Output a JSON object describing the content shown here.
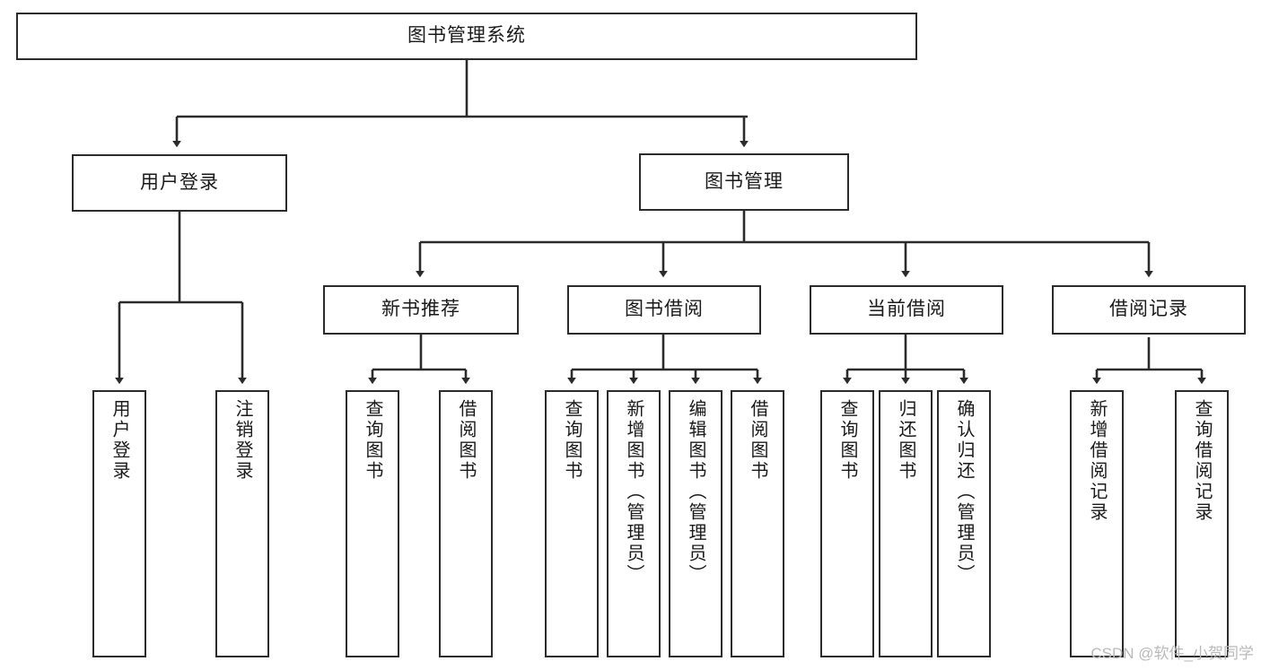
{
  "diagram": {
    "title": "图书管理系统",
    "watermark": "CSDN @软件_小贺同学",
    "style": {
      "line_color": "#2b2b2b",
      "box_border_color": "#2b2b2b",
      "box_fill": "#ffffff",
      "background": "#ffffff",
      "watermark_color": "#b9b9b9"
    },
    "nodes": {
      "root": {
        "label": "图书管理系统"
      },
      "level2": [
        {
          "id": "user-login",
          "label": "用户登录"
        },
        {
          "id": "book-manage",
          "label": "图书管理"
        }
      ],
      "level3": [
        {
          "id": "new-book-rec",
          "label": "新书推荐"
        },
        {
          "id": "book-borrow",
          "label": "图书借阅"
        },
        {
          "id": "current-borrow",
          "label": "当前借阅"
        },
        {
          "id": "borrow-record",
          "label": "借阅记录"
        }
      ],
      "leaves": {
        "user-login": [
          {
            "id": "leaf-user-login",
            "label": "用户登录"
          },
          {
            "id": "leaf-logout",
            "label": "注销登录"
          }
        ],
        "new-book-rec": [
          {
            "id": "leaf-query-book-1",
            "label": "查询图书"
          },
          {
            "id": "leaf-borrow-book-1",
            "label": "借阅图书"
          }
        ],
        "book-borrow": [
          {
            "id": "leaf-query-book-2",
            "label": "查询图书"
          },
          {
            "id": "leaf-add-book",
            "label": "新增图书（管理员）"
          },
          {
            "id": "leaf-edit-book",
            "label": "编辑图书（管理员）"
          },
          {
            "id": "leaf-borrow-book-2",
            "label": "借阅图书"
          }
        ],
        "current-borrow": [
          {
            "id": "leaf-query-book-3",
            "label": "查询图书"
          },
          {
            "id": "leaf-return-book",
            "label": "归还图书"
          },
          {
            "id": "leaf-confirm-return",
            "label": "确认归还（管理员）"
          }
        ],
        "borrow-record": [
          {
            "id": "leaf-add-record",
            "label": "新增借阅记录"
          },
          {
            "id": "leaf-query-record",
            "label": "查询借阅记录"
          }
        ]
      }
    }
  }
}
